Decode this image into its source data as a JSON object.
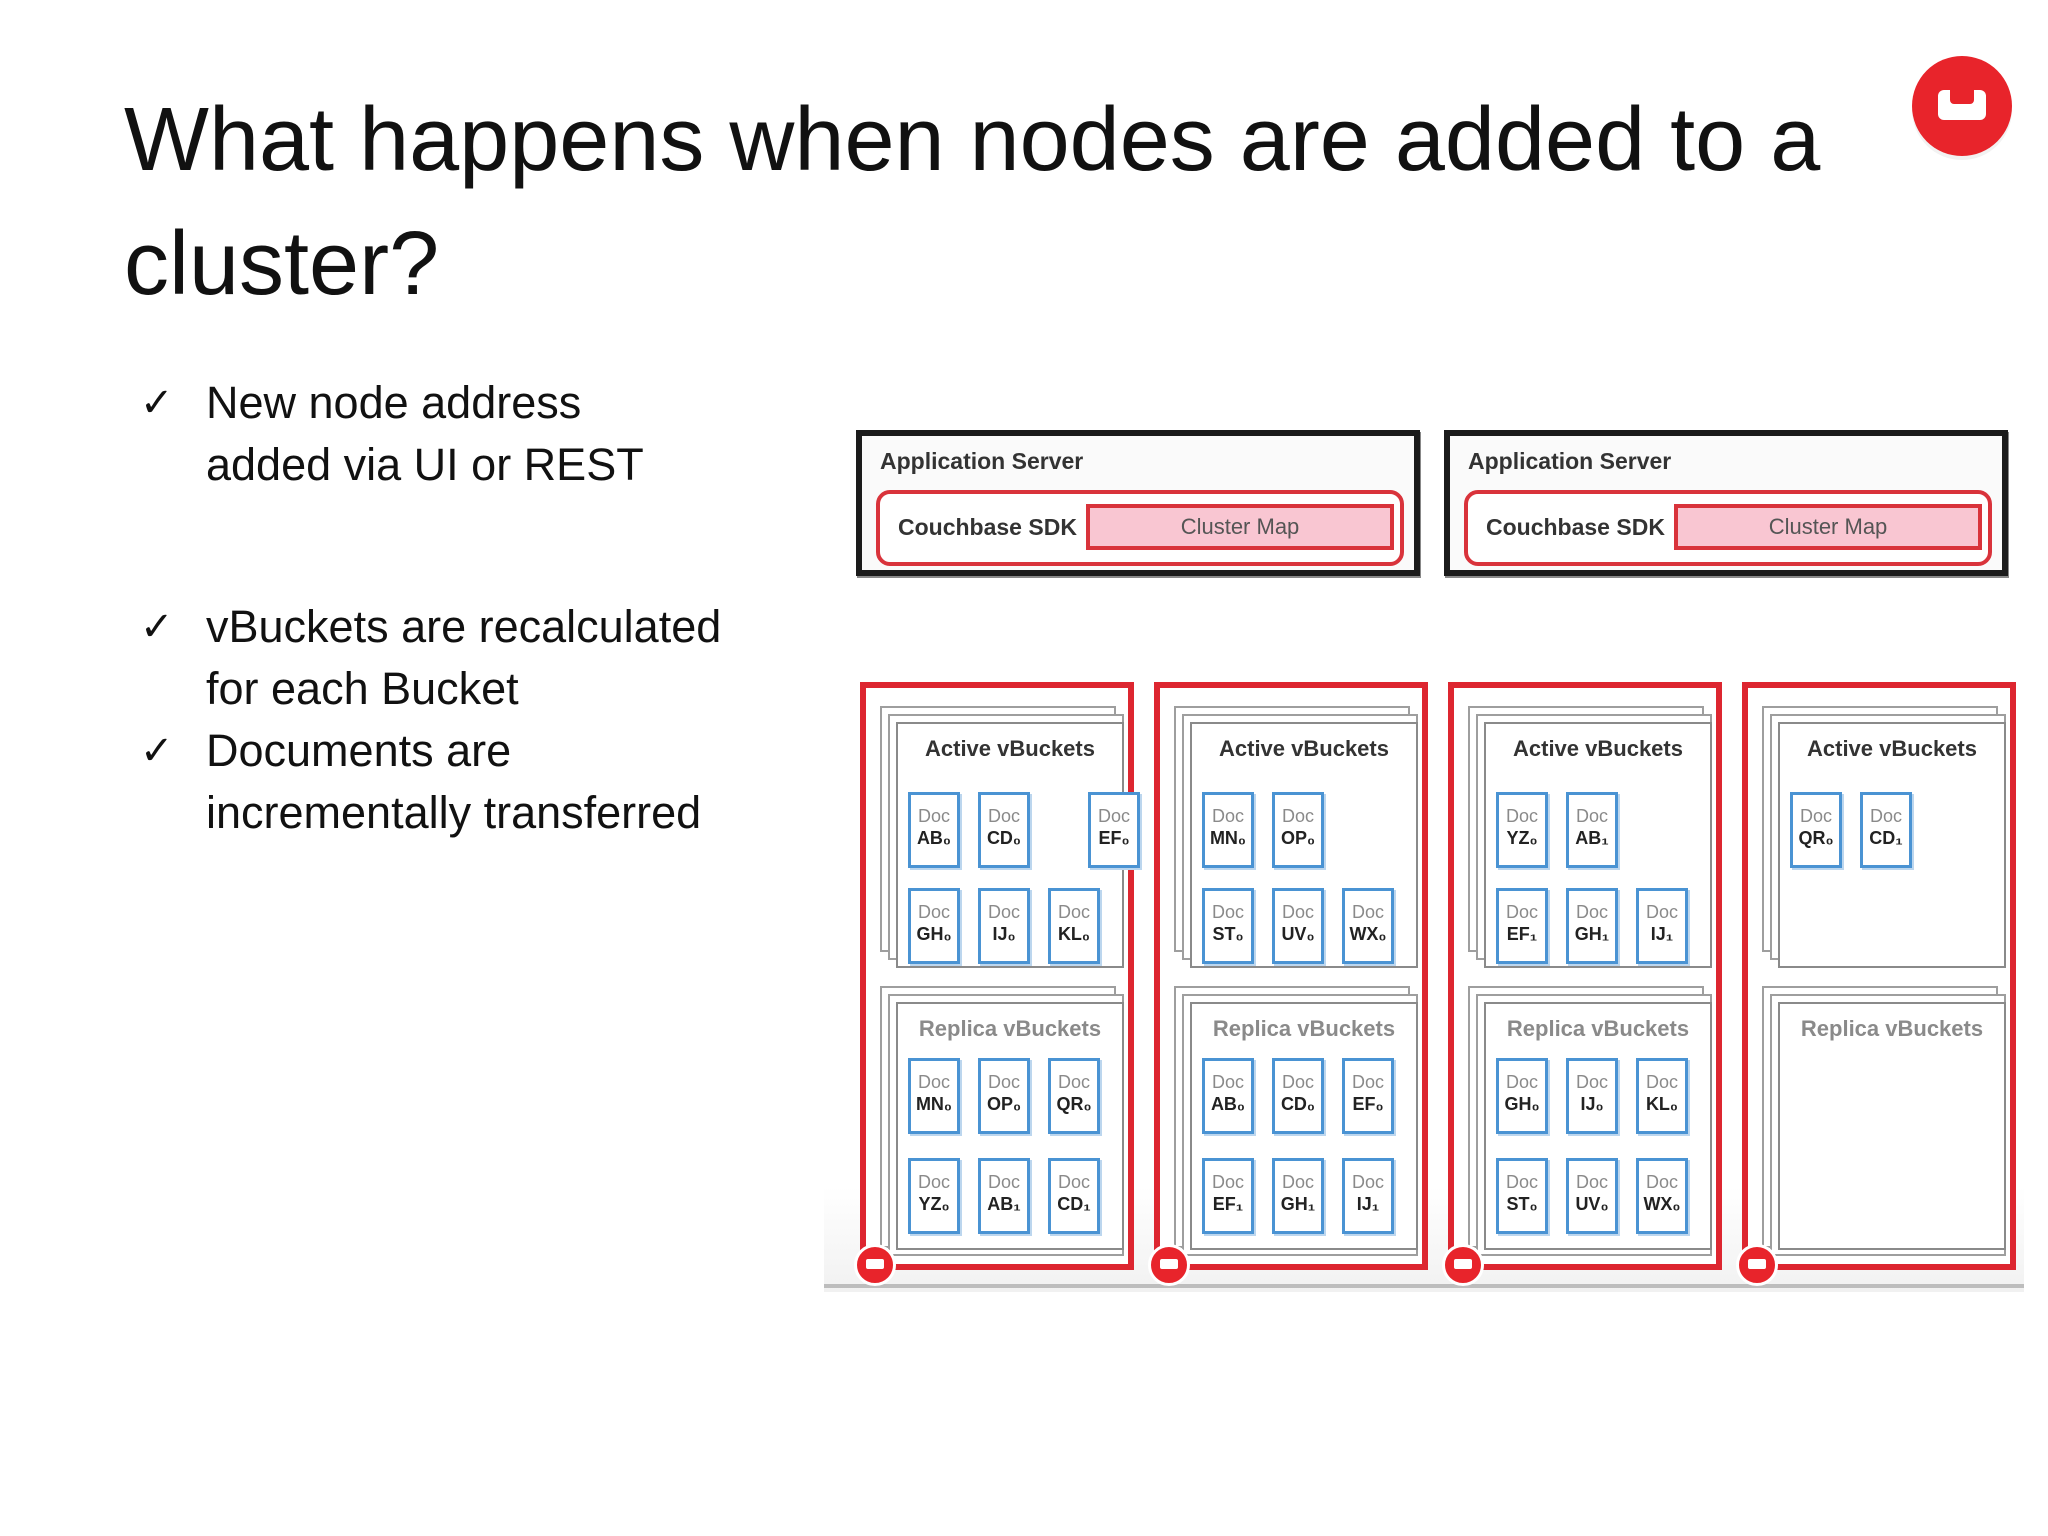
{
  "slide": {
    "title": "What happens when nodes are added to a cluster?",
    "bullets": [
      {
        "mark": "✓",
        "text": "New node address\nadded via UI or REST"
      },
      {
        "mark": "✓",
        "text": "vBuckets are recalculated\nfor each Bucket"
      },
      {
        "mark": "✓",
        "text": "Documents are\nincrementally transferred"
      }
    ]
  },
  "diagram": {
    "app_servers": [
      {
        "label": "Application Server",
        "sdk_label": "Couchbase SDK",
        "cluster_map_label": "Cluster Map"
      },
      {
        "label": "Application Server",
        "sdk_label": "Couchbase SDK",
        "cluster_map_label": "Cluster Map"
      }
    ],
    "nodes": [
      {
        "active_title": "Active vBuckets",
        "replica_title": "Replica vBuckets",
        "active_docs": [
          {
            "doc": "Doc",
            "id": "AB₀"
          },
          {
            "doc": "Doc",
            "id": "CD₀"
          },
          {
            "doc": "Doc",
            "id": "EF₀"
          },
          {
            "doc": "Doc",
            "id": "GH₀"
          },
          {
            "doc": "Doc",
            "id": "IJ₀"
          },
          {
            "doc": "Doc",
            "id": "KL₀"
          }
        ],
        "replica_docs": [
          {
            "doc": "Doc",
            "id": "MN₀"
          },
          {
            "doc": "Doc",
            "id": "OP₀"
          },
          {
            "doc": "Doc",
            "id": "QR₀"
          },
          {
            "doc": "Doc",
            "id": "YZ₀"
          },
          {
            "doc": "Doc",
            "id": "AB₁"
          },
          {
            "doc": "Doc",
            "id": "CD₁"
          }
        ]
      },
      {
        "active_title": "Active vBuckets",
        "replica_title": "Replica vBuckets",
        "active_docs": [
          {
            "doc": "Doc",
            "id": "MN₀"
          },
          {
            "doc": "Doc",
            "id": "OP₀"
          },
          {
            "doc": "Doc",
            "id": "ST₀"
          },
          {
            "doc": "Doc",
            "id": "UV₀"
          },
          {
            "doc": "Doc",
            "id": "WX₀"
          }
        ],
        "replica_docs": [
          {
            "doc": "Doc",
            "id": "AB₀"
          },
          {
            "doc": "Doc",
            "id": "CD₀"
          },
          {
            "doc": "Doc",
            "id": "EF₀"
          },
          {
            "doc": "Doc",
            "id": "EF₁"
          },
          {
            "doc": "Doc",
            "id": "GH₁"
          },
          {
            "doc": "Doc",
            "id": "IJ₁"
          }
        ]
      },
      {
        "active_title": "Active vBuckets",
        "replica_title": "Replica vBuckets",
        "active_docs": [
          {
            "doc": "Doc",
            "id": "YZ₀"
          },
          {
            "doc": "Doc",
            "id": "AB₁"
          },
          {
            "doc": "Doc",
            "id": "EF₁"
          },
          {
            "doc": "Doc",
            "id": "GH₁"
          },
          {
            "doc": "Doc",
            "id": "IJ₁"
          }
        ],
        "replica_docs": [
          {
            "doc": "Doc",
            "id": "GH₀"
          },
          {
            "doc": "Doc",
            "id": "IJ₀"
          },
          {
            "doc": "Doc",
            "id": "KL₀"
          },
          {
            "doc": "Doc",
            "id": "ST₀"
          },
          {
            "doc": "Doc",
            "id": "UV₀"
          },
          {
            "doc": "Doc",
            "id": "WX₀"
          }
        ]
      },
      {
        "active_title": "Active vBuckets",
        "replica_title": "Replica vBuckets",
        "active_docs": [
          {
            "doc": "Doc",
            "id": "QR₀"
          },
          {
            "doc": "Doc",
            "id": "CD₁"
          }
        ],
        "replica_docs": []
      }
    ]
  }
}
